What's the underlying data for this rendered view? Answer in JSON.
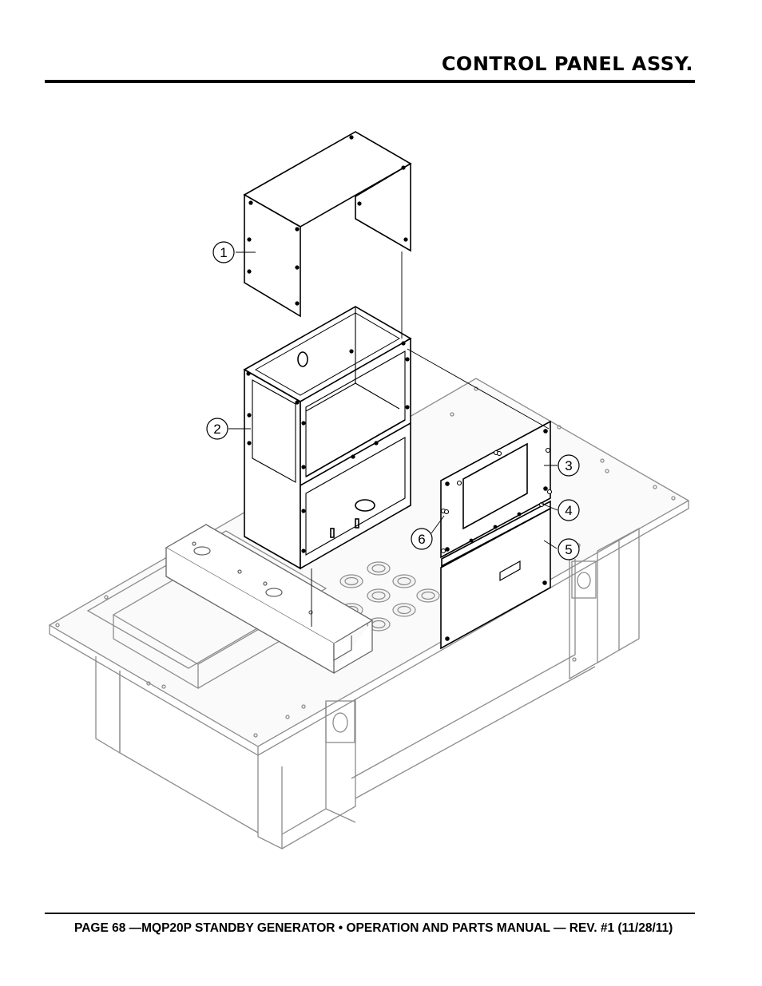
{
  "header": {
    "title": "CONTROL PANEL ASSY."
  },
  "figure": {
    "callouts": [
      {
        "label": "1"
      },
      {
        "label": "2"
      },
      {
        "label": "3"
      },
      {
        "label": "4"
      },
      {
        "label": "5"
      },
      {
        "label": "6"
      }
    ]
  },
  "footer": {
    "text": "PAGE 68 —MQP20P STANDBY GENERATOR • OPERATION AND PARTS MANUAL — REV. #1 (11/28/11)"
  }
}
